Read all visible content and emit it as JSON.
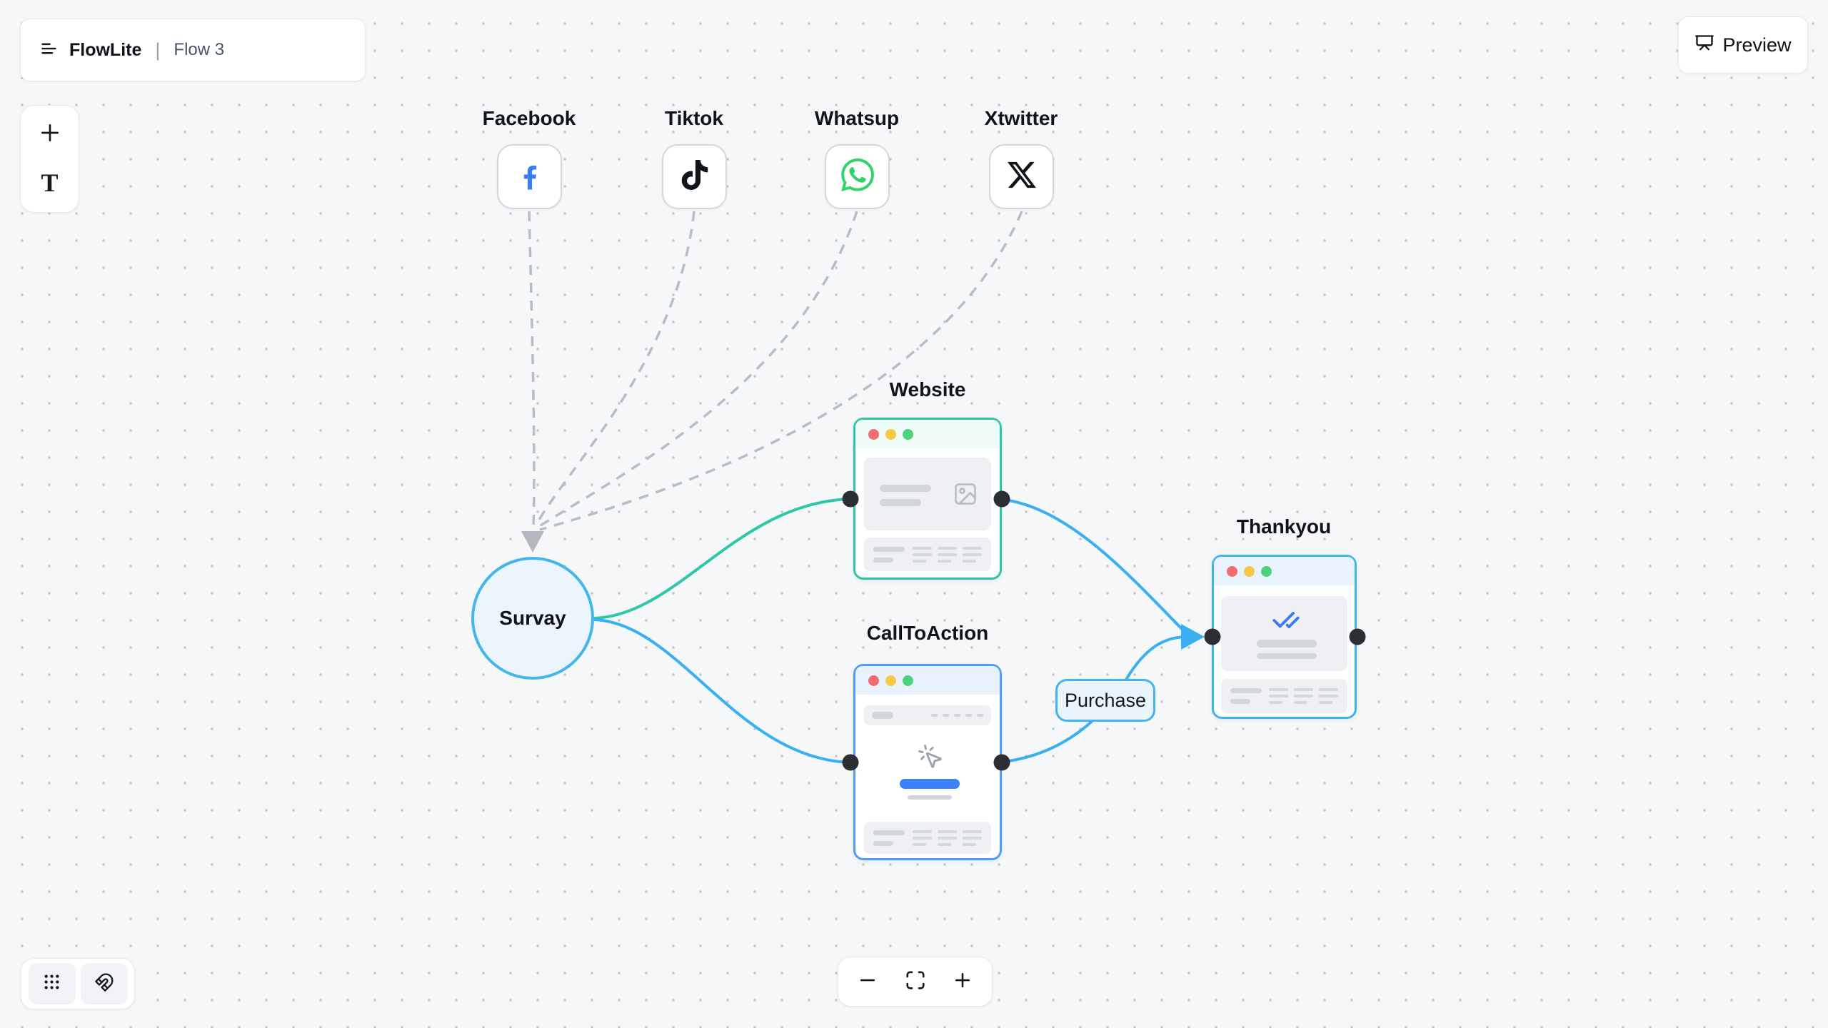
{
  "header": {
    "menu_icon": "menu-lines-icon",
    "app_name": "FlowLite",
    "divider": "|",
    "flow_name": "Flow 3"
  },
  "top_right": {
    "preview_label": "Preview",
    "preview_icon": "presentation-screen-icon"
  },
  "left_toolbar": {
    "add_icon": "plus-icon",
    "text_icon": "text-tool-icon",
    "text_tool_glyph": "T"
  },
  "nodes": {
    "facebook": {
      "label": "Facebook",
      "icon": "facebook-icon",
      "brand_color": "#3b7df5"
    },
    "tiktok": {
      "label": "Tiktok",
      "icon": "tiktok-icon",
      "brand_color": "#0f1419"
    },
    "whatsup": {
      "label": "Whatsup",
      "icon": "whatsapp-icon",
      "brand_color": "#2fd36b"
    },
    "xtwitter": {
      "label": "Xtwitter",
      "icon": "x-icon",
      "brand_color": "#0f1419"
    },
    "survay": {
      "label": "Survay",
      "border_color": "#45b6ec",
      "fill_color": "#ecf5fd"
    },
    "website": {
      "label": "Website",
      "border_color": "#2dc7a7"
    },
    "calltoaction": {
      "label": "CallToAction",
      "border_color": "#4f9df6",
      "button_color": "#3b82f6"
    },
    "purchase": {
      "label": "Purchase",
      "border_color": "#42b5f0"
    },
    "thankyou": {
      "label": "Thankyou",
      "border_color": "#3fb3f1",
      "check_color": "#3b7bf0"
    }
  },
  "bottom_left": {
    "grid_icon": "dots-grid-icon",
    "magnet_icon": "magnet-icon"
  },
  "zoom_controls": {
    "zoom_out_icon": "minus-icon",
    "fit_view_icon": "fit-view-icon",
    "zoom_in_icon": "plus-icon"
  },
  "canvas": {
    "background": "#f6f7f9",
    "grid_dot_color": "#c2c6cc",
    "edge_blue": "#3aaff2",
    "edge_teal": "#2fc7a8",
    "edge_dashed_gray": "#b8bdc4",
    "connector_dot_color": "#2b2f33",
    "window_dot_colors": [
      "#f26b72",
      "#f7c843",
      "#4ed17e"
    ]
  }
}
